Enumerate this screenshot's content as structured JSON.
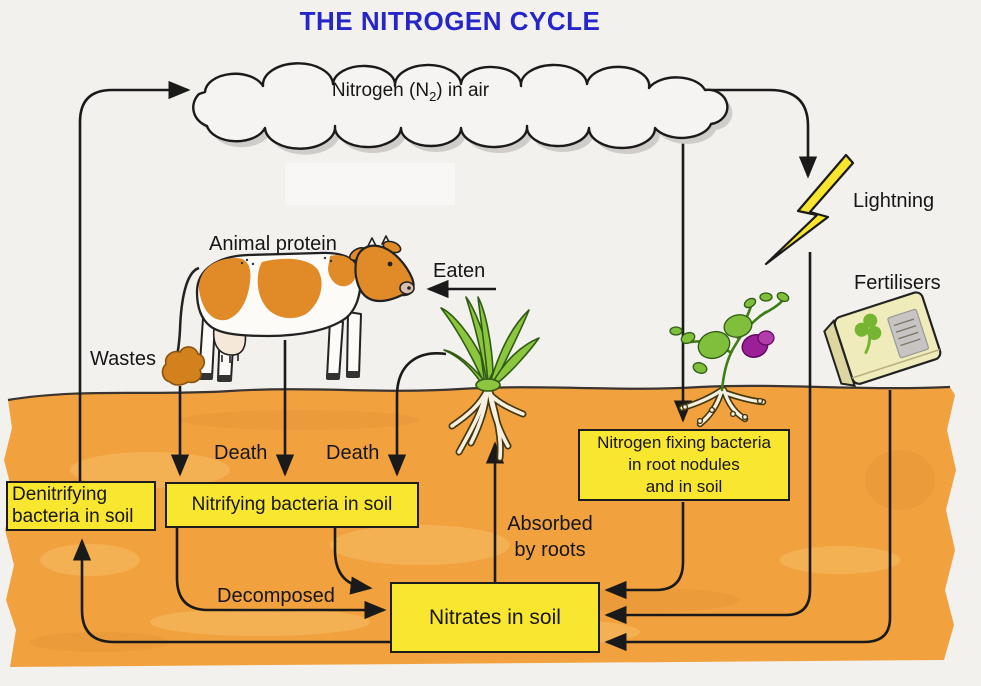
{
  "title": "THE NITROGEN CYCLE",
  "cloud": {
    "pre": "Nitrogen (N",
    "sub": "2",
    "post": ") in air"
  },
  "labels": {
    "animal_protein": "Animal protein",
    "eaten": "Eaten",
    "wastes": "Wastes",
    "lightning": "Lightning",
    "fertilisers": "Fertilisers",
    "death_cow": "Death",
    "death_plant": "Death",
    "decomposed": "Decomposed",
    "absorbed_line1": "Absorbed",
    "absorbed_line2": "by roots"
  },
  "boxes": {
    "denitrifying": "Denitrifying bacteria in soil",
    "nitrifying": "Nitrifying bacteria in soil",
    "nitrogen_fixing": {
      "line1": "Nitrogen fixing bacteria",
      "line2": "in root nodules",
      "line3": "and in soil"
    },
    "nitrates": "Nitrates in soil"
  },
  "colors": {
    "title_blue": "#2626c8",
    "box_yellow": "#f9e62f",
    "soil_orange": "#f1a23e",
    "lightning_yellow": "#f7e52e",
    "arrow_black": "#1a1a1a"
  }
}
